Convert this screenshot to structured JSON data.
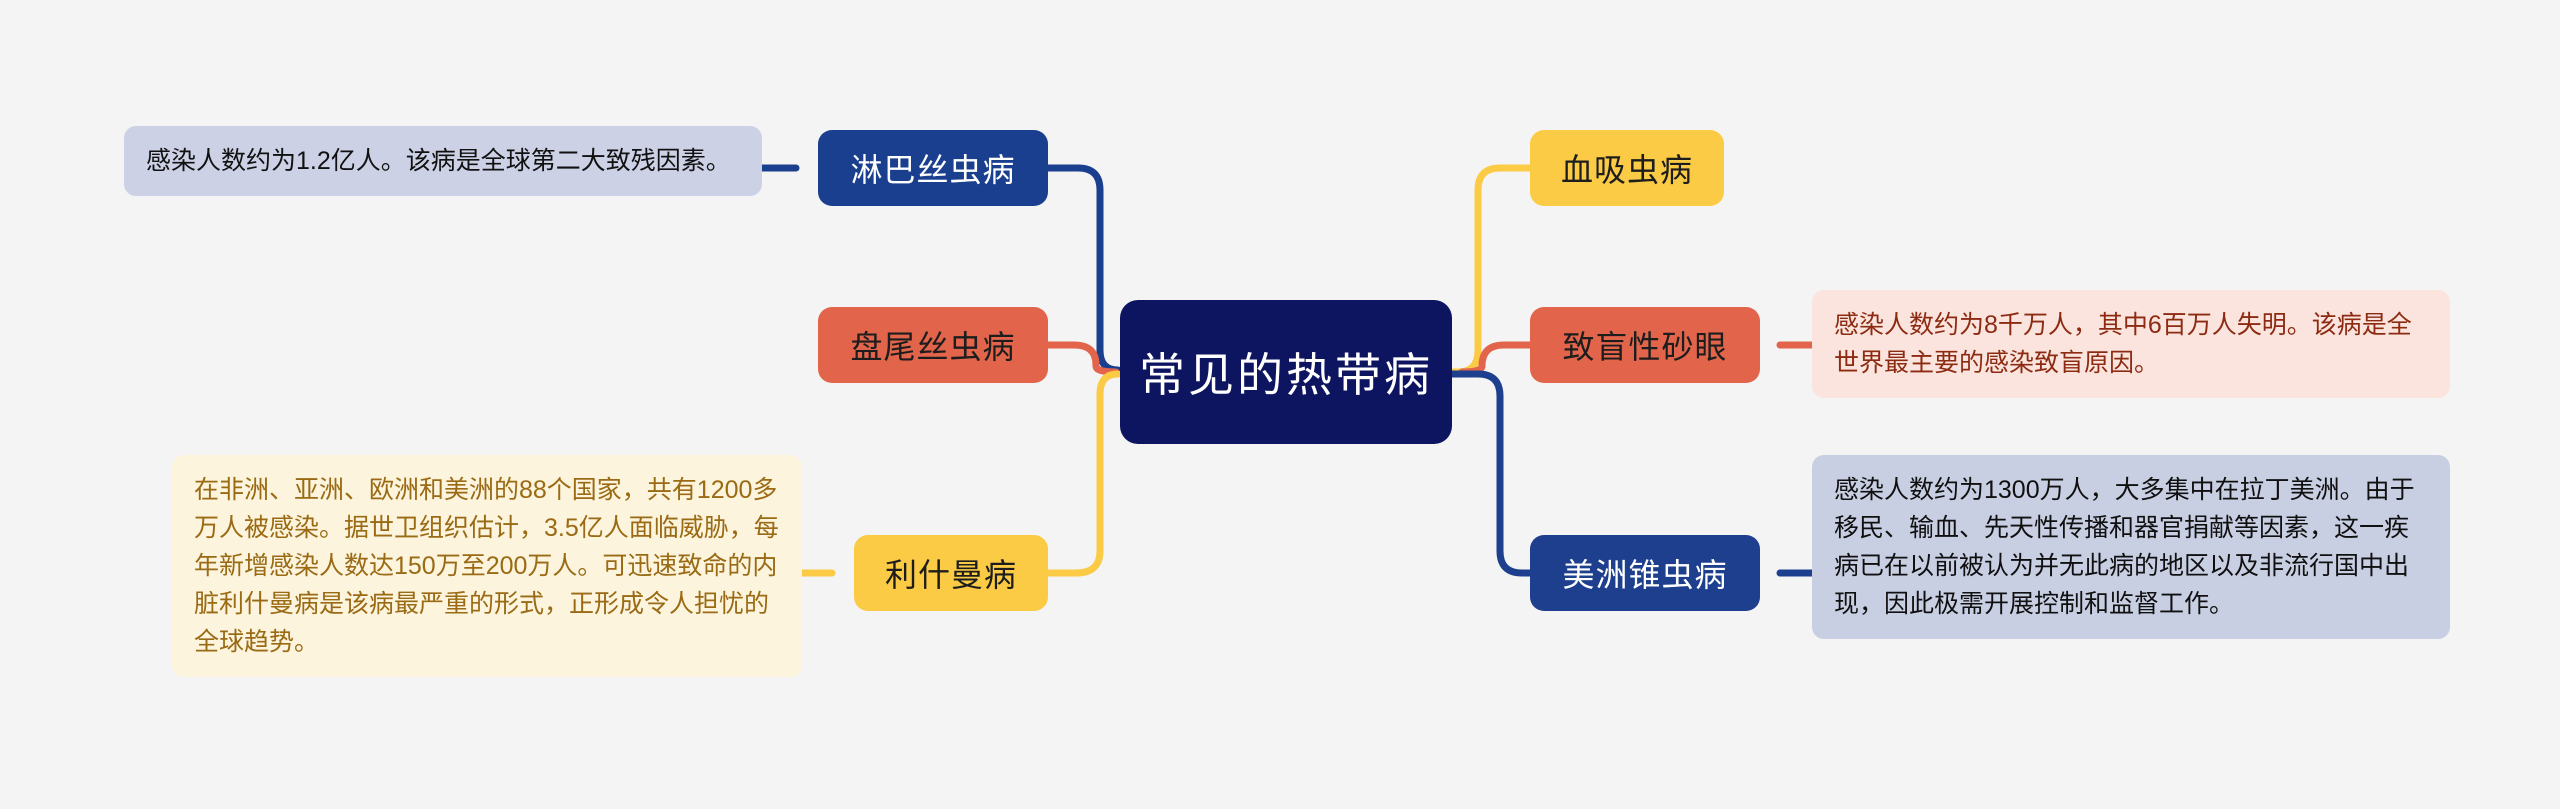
{
  "diagram": {
    "title": "常见的热带病",
    "type": "mind-map",
    "background_color": "#f4f4f4",
    "central": {
      "label": "常见的热带病",
      "fill": "#0e1560",
      "text_color": "#ffffff"
    },
    "branches": [
      {
        "id": "lymphatic-filariasis",
        "label": "淋巴丝虫病",
        "side": "left",
        "fill": "#1b3f8f",
        "text_color": "#ffffff",
        "connector_color": "#1b3f8f",
        "note": {
          "text": "感染人数约为1.2亿人。该病是全球第二大致残因素。",
          "fill": "#ccd1e6",
          "text_color": "#111111"
        }
      },
      {
        "id": "onchocerciasis",
        "label": "盘尾丝虫病",
        "side": "left",
        "fill": "#e2654b",
        "text_color": "#1d1d1d",
        "connector_color": "#e2654b",
        "note": null
      },
      {
        "id": "leishmaniasis",
        "label": "利什曼病",
        "side": "left",
        "fill": "#fbcb45",
        "text_color": "#1d1d1d",
        "connector_color": "#fbcb45",
        "note": {
          "text": "在非洲、亚洲、欧洲和美洲的88个国家，共有1200多万人被感染。据世卫组织估计，3.5亿人面临威胁，每年新增感染人数达150万至200万人。可迅速致命的内脏利什曼病是该病最严重的形式，正形成令人担忧的全球趋势。",
          "fill": "#fcf4dc",
          "text_color": "#9a6a14"
        }
      },
      {
        "id": "schistosomiasis",
        "label": "血吸虫病",
        "side": "right",
        "fill": "#fbcb45",
        "text_color": "#1d1d1d",
        "connector_color": "#fbcb45",
        "note": null
      },
      {
        "id": "blinding-trachoma",
        "label": "致盲性砂眼",
        "side": "right",
        "fill": "#e2654b",
        "text_color": "#1d1d1d",
        "connector_color": "#e2654b",
        "note": {
          "text": "感染人数约为8千万人，其中6百万人失明。该病是全世界最主要的感染致盲原因。",
          "fill": "#fae4dd",
          "text_color": "#8c2b12"
        }
      },
      {
        "id": "chagas-disease",
        "label": "美洲锥虫病",
        "side": "right",
        "fill": "#1d3f8e",
        "text_color": "#ffffff",
        "connector_color": "#1d3f8e",
        "note": {
          "text": "感染人数约为1300万人，大多集中在拉丁美洲。由于移民、输血、先天性传播和器官捐献等因素，这一疾病已在以前被认为并无此病的地区以及非流行国中出现，因此极需开展控制和监督工作。",
          "fill": "#c9cfe3",
          "text_color": "#101010"
        }
      }
    ]
  }
}
